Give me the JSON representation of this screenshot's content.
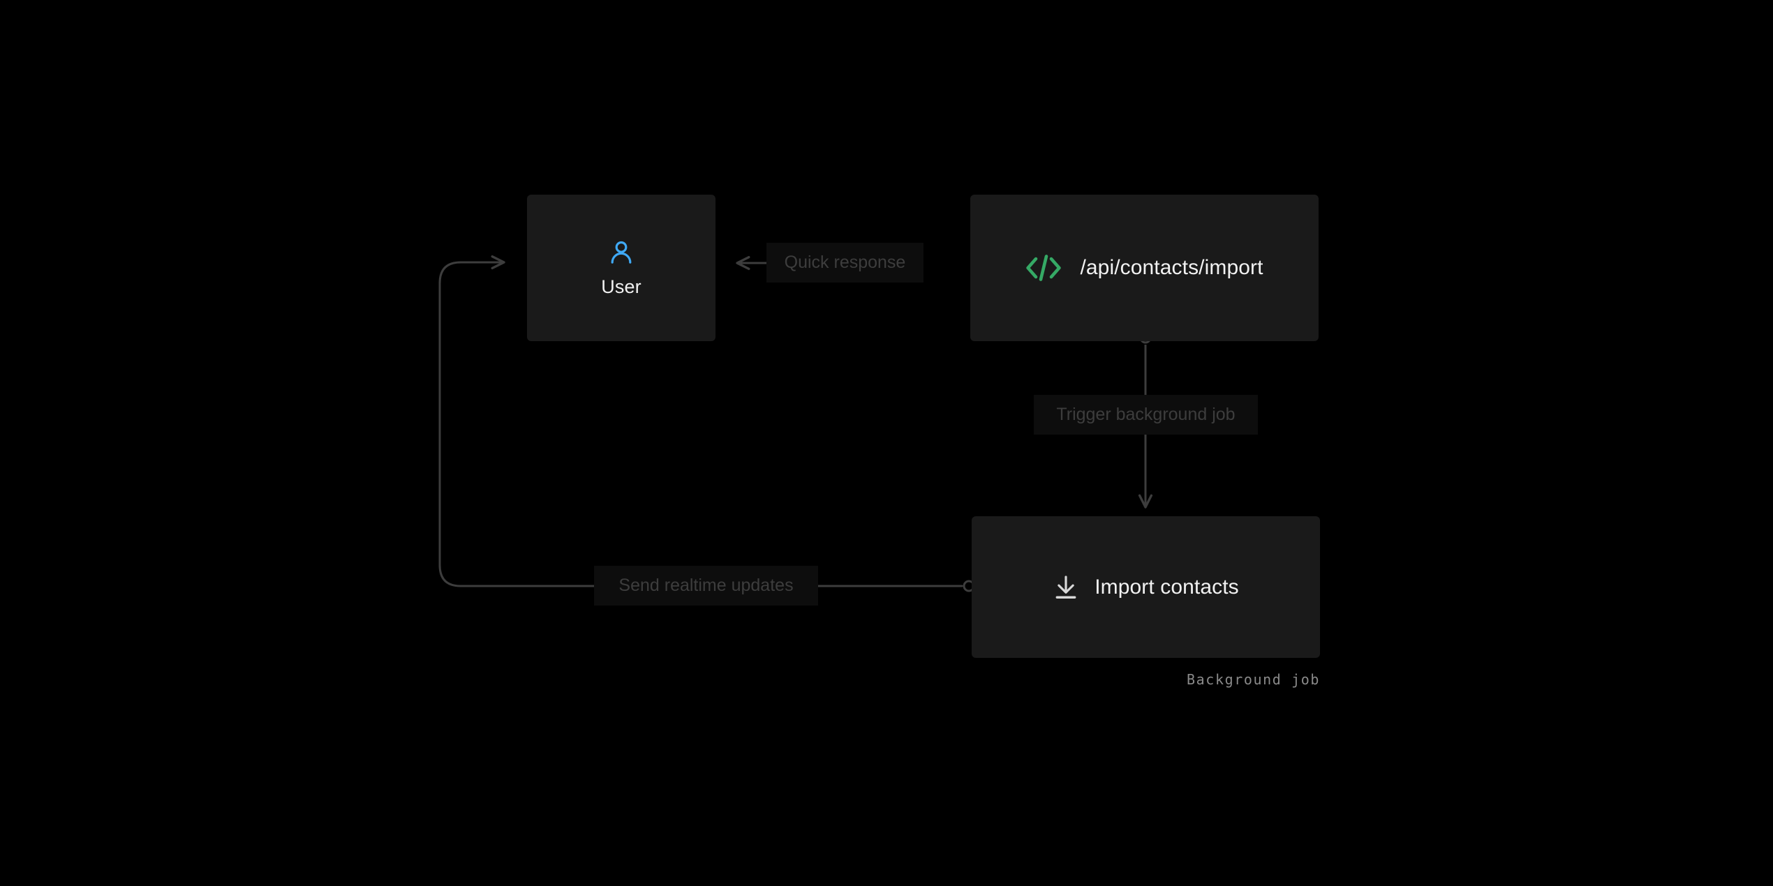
{
  "diagram": {
    "type": "flowchart",
    "background_color": "#000000",
    "node_color": "#1a1a1a",
    "edge_color": "#3d3d3d",
    "nodes": [
      {
        "id": "user",
        "label": "User",
        "icon": "user-icon",
        "icon_color": "#3fa9f5",
        "label_color": "#f2f2f2",
        "layout": "vertical"
      },
      {
        "id": "api",
        "label": "/api/contacts/import",
        "icon": "code-icon",
        "icon_color": "#35a965",
        "label_color": "#e8e8e8",
        "layout": "horizontal"
      },
      {
        "id": "import",
        "label": "Import contacts",
        "icon": "download-icon",
        "icon_color": "#d8d8d8",
        "label_color": "#ffffff",
        "layout": "horizontal",
        "caption": "Background job"
      }
    ],
    "edges": [
      {
        "id": "user-api",
        "label": "Quick response",
        "from": "api",
        "to": "user",
        "direction": "bidirectional",
        "label_color": "#3d3d3d"
      },
      {
        "id": "api-import",
        "label": "Trigger background job",
        "from": "api",
        "to": "import",
        "direction": "forward",
        "label_color": "#3d3d3d"
      },
      {
        "id": "import-user",
        "label": "Send realtime updates",
        "from": "import",
        "to": "user",
        "direction": "forward",
        "label_color": "#3d3d3d"
      }
    ]
  }
}
